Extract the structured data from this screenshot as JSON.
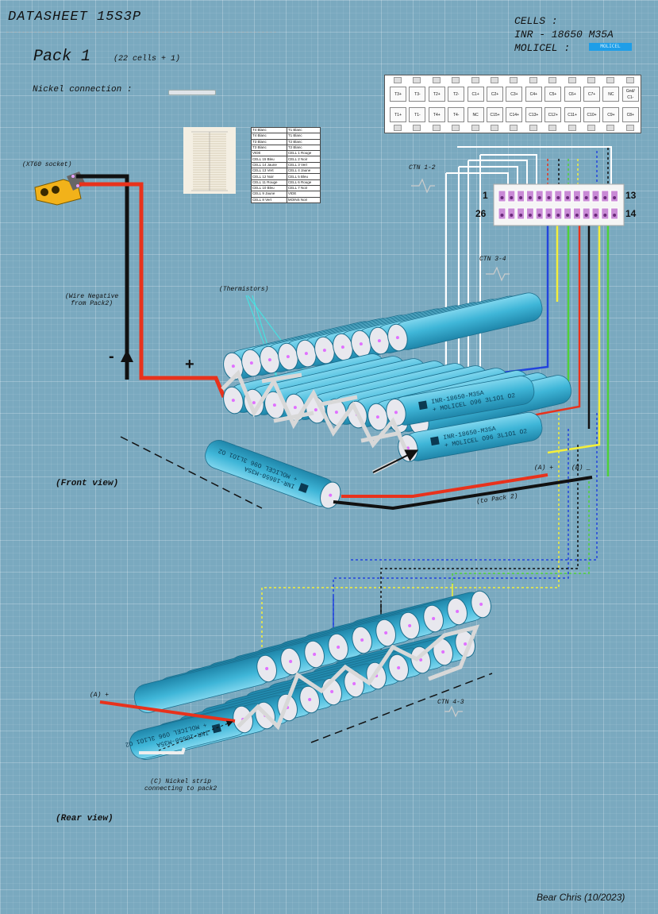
{
  "title": "DATASHEET 15S3P",
  "cells": {
    "heading": "CELLS :",
    "model": "INR - 18650 M35A",
    "brand": "MOLICEL :",
    "brand_logo_text": "MOLICEL"
  },
  "pack": {
    "title": "Pack 1",
    "subtitle": "(22 cells + 1)"
  },
  "nickel_label": "Nickel connection :",
  "connector_table": {
    "top_row": [
      "T3+",
      "T3-",
      "T2+",
      "T2-",
      "C1+",
      "C2+",
      "C3+",
      "C4+",
      "C5+",
      "C6+",
      "C7+",
      "NC",
      "Gnd/ C1-"
    ],
    "bottom_row": [
      "T1+",
      "T1-",
      "T4+",
      "T4-",
      "NC",
      "C15+",
      "C14+",
      "C13+",
      "C12+",
      "C11+",
      "C10+",
      "C9+",
      "C8+"
    ]
  },
  "wire_table": {
    "rows": [
      [
        "T4 Blanc",
        "T1 Blanc"
      ],
      [
        "T4 Blanc",
        "T1 Blanc"
      ],
      [
        "T3 Blanc",
        "T2 Blanc"
      ],
      [
        "T3 Blanc",
        "T2 Blanc"
      ],
      [
        "VIDE",
        "CELL 1 Rouge"
      ],
      [
        "CELL 15 Bleu",
        "CELL 2 Noir"
      ],
      [
        "CELL 14 Jaune",
        "CELL 3 Vert"
      ],
      [
        "CELL 13 Vert",
        "CELL 4 Jaune"
      ],
      [
        "CELL 12 Noir",
        "CELL 5 Bleu"
      ],
      [
        "CELL 11 Rouge",
        "CELL 6 Rouge"
      ],
      [
        "CELL 10 Bleu",
        "CELL 7 Noir"
      ],
      [
        "CELL 9 Jaune",
        "VIDE"
      ],
      [
        "CELL 8 Vert",
        "MOINS Noir"
      ]
    ]
  },
  "labels": {
    "xt60": "(XT60 socket)",
    "wire_negative": "(Wire Negative\nfrom Pack2)",
    "minus": "-",
    "plus": "+",
    "thermistors": "(Thermistors)",
    "ctn12": "CTN 1-2",
    "ctn34": "CTN 3-4",
    "ctn43": "CTN 4-3",
    "pin1": "1",
    "pin13": "13",
    "pin26": "26",
    "pin14": "14",
    "front_view": "(Front view)",
    "rear_view": "(Rear view)",
    "a_plus_front": "(A) +",
    "b_minus_front": "(B) _",
    "to_pack2": "(to Pack 2)",
    "a_plus_rear": "(A) +",
    "nickel_strip_note": "(C) Nickel strip\nconnecting to pack2",
    "cell_print": "INR-18650-M35A\n+ MOLICEL O96 3L1O1 O2"
  },
  "credit": "Bear Chris (10/2023)",
  "colors": {
    "background": "#7aa9bf",
    "cell": "#3fb6d8",
    "wire_red": "#e8321c",
    "wire_black": "#111111",
    "wire_blue": "#2244dd",
    "wire_yellow": "#f4ef3a",
    "wire_green": "#4fd13a",
    "nickel": "#d8d8d8"
  }
}
